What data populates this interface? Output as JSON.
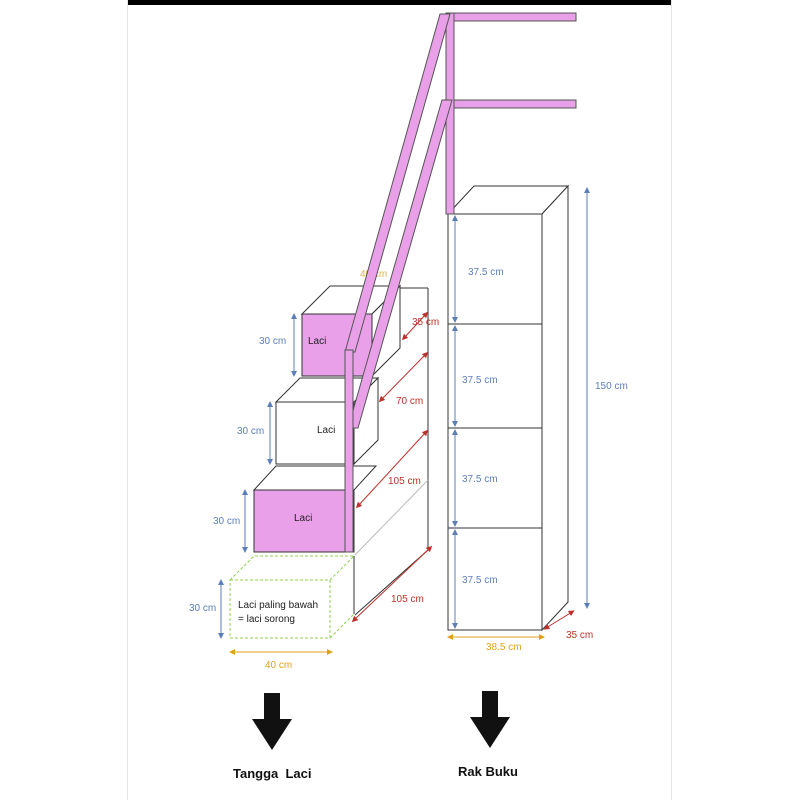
{
  "colors": {
    "pink": "#e9a0e9",
    "blue_dimension": "#5b7fb8",
    "red_dimension": "#c0302a",
    "gold_dimension": "#e0a21a",
    "green_dashed": "#8fd14f"
  },
  "stair": {
    "drawer_label": "Laci",
    "bottom_drawer_line1": "Laci paling bawah",
    "bottom_drawer_line2": "= laci sorong",
    "height_labels": [
      "30 cm",
      "30 cm",
      "30 cm",
      "30 cm"
    ],
    "top_width": "40 cm",
    "depth_top": "35 cm",
    "depth_steps": [
      "70 cm",
      "105 cm",
      "105 cm"
    ],
    "bottom_width": "40 cm",
    "caption": "Tangga  Laci"
  },
  "shelf": {
    "section_heights": [
      "37.5 cm",
      "37.5 cm",
      "37.5 cm",
      "37.5 cm"
    ],
    "total_height": "150 cm",
    "width": "38.5 cm",
    "depth": "35 cm",
    "caption": "Rak Buku"
  }
}
